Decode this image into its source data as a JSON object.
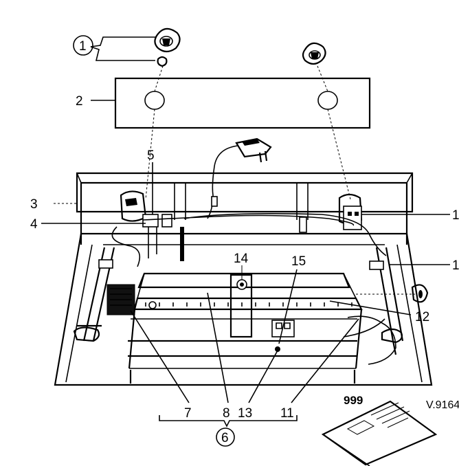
{
  "labels": {
    "l1": "1",
    "l2": "2",
    "l3": "3",
    "l4": "4",
    "l5": "5",
    "l6": "6",
    "l7": "7",
    "l8": "8",
    "l11": "11",
    "l12": "12",
    "l13": "13",
    "l14": "14",
    "l15": "15",
    "l1_right": "1",
    "l1_right2": "1"
  },
  "manual_number": "999",
  "figure_code": "V.9164"
}
